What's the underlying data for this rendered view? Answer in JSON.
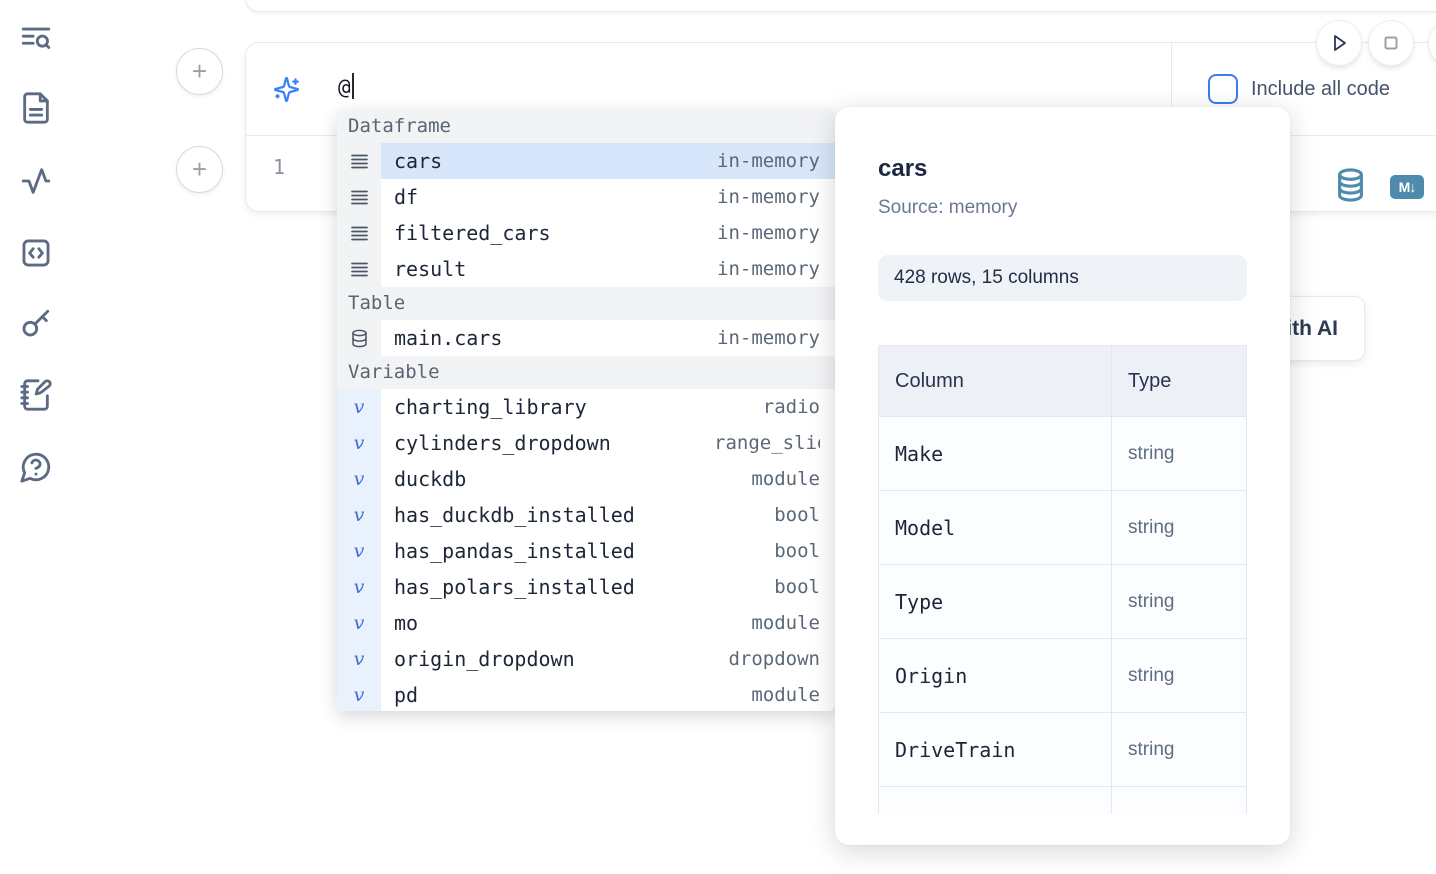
{
  "sidebar": {
    "icons": [
      "search-list",
      "document",
      "activity",
      "code-snippets",
      "key",
      "scratchpad",
      "help-chat"
    ]
  },
  "toolbar": {
    "include_all_code_label": "Include all code"
  },
  "prompt": {
    "value": "@"
  },
  "cell": {
    "line_number": "1",
    "markdown_badge": "M↓"
  },
  "ai_button": {
    "label": "Generate with AI"
  },
  "completion": {
    "sections": [
      {
        "label": "Dataframe",
        "items": [
          {
            "name": "cars",
            "type": "in-memory",
            "icon": "dataframe",
            "selected": true
          },
          {
            "name": "df",
            "type": "in-memory",
            "icon": "dataframe",
            "selected": false
          },
          {
            "name": "filtered_cars",
            "type": "in-memory",
            "icon": "dataframe",
            "selected": false
          },
          {
            "name": "result",
            "type": "in-memory",
            "icon": "dataframe",
            "selected": false
          }
        ]
      },
      {
        "label": "Table",
        "items": [
          {
            "name": "main.cars",
            "type": "in-memory",
            "icon": "database",
            "selected": false
          }
        ]
      },
      {
        "label": "Variable",
        "items": [
          {
            "name": "charting_library",
            "type": "radio",
            "icon": "variable",
            "selected": false
          },
          {
            "name": "cylinders_dropdown",
            "type": "range_slider",
            "icon": "variable",
            "selected": false
          },
          {
            "name": "duckdb",
            "type": "module",
            "icon": "variable",
            "selected": false
          },
          {
            "name": "has_duckdb_installed",
            "type": "bool",
            "icon": "variable",
            "selected": false
          },
          {
            "name": "has_pandas_installed",
            "type": "bool",
            "icon": "variable",
            "selected": false
          },
          {
            "name": "has_polars_installed",
            "type": "bool",
            "icon": "variable",
            "selected": false
          },
          {
            "name": "mo",
            "type": "module",
            "icon": "variable",
            "selected": false
          },
          {
            "name": "origin_dropdown",
            "type": "dropdown",
            "icon": "variable",
            "selected": false
          },
          {
            "name": "pd",
            "type": "module",
            "icon": "variable",
            "selected": false
          }
        ]
      }
    ]
  },
  "preview": {
    "title": "cars",
    "source": "Source: memory",
    "shape": "428 rows, 15 columns",
    "table": {
      "headers": [
        "Column",
        "Type"
      ],
      "rows": [
        {
          "column": "Make",
          "type": "string"
        },
        {
          "column": "Model",
          "type": "string"
        },
        {
          "column": "Type",
          "type": "string"
        },
        {
          "column": "Origin",
          "type": "string"
        },
        {
          "column": "DriveTrain",
          "type": "string"
        }
      ]
    }
  },
  "colors": {
    "accent": "#3b82f6",
    "selected_row": "#d7e6fa",
    "steel_blue": "#4e8bac",
    "section_header_bg": "#f2f3f5",
    "variable_gutter_bg": "#e9f1fd"
  }
}
